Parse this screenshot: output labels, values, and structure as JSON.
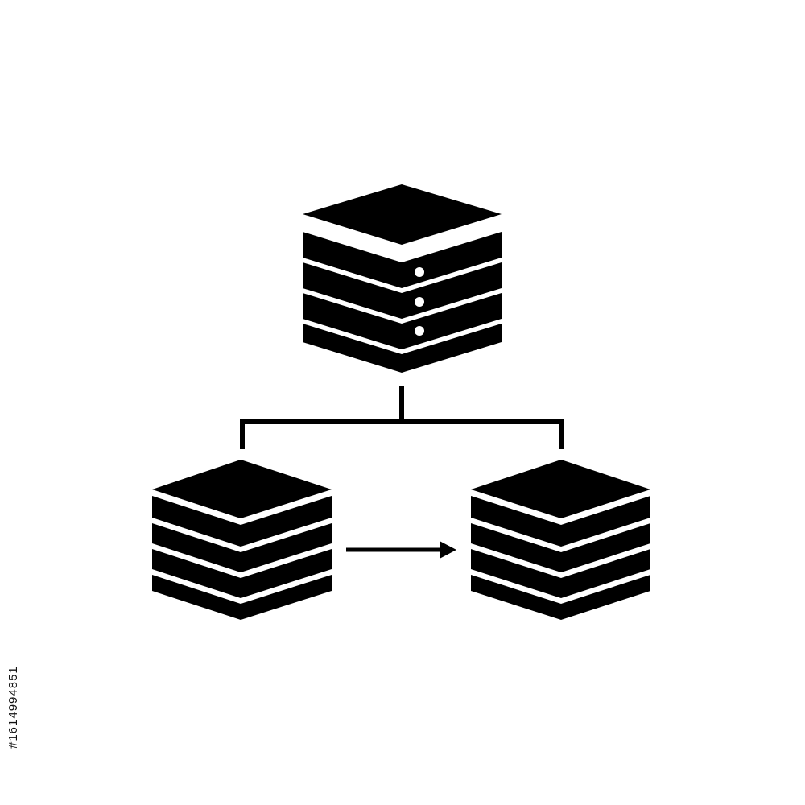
{
  "diagram": {
    "colors": {
      "background": "#ffffff",
      "ink": "#000000",
      "separator": "#ffffff"
    },
    "nodes": [
      {
        "id": "top-server",
        "icon": "server-stack-icon",
        "layers": 4,
        "indicator_dots": 3
      },
      {
        "id": "left-database",
        "icon": "database-stack-icon",
        "layers": 4,
        "indicator_dots": 0
      },
      {
        "id": "right-database",
        "icon": "database-stack-icon",
        "layers": 4,
        "indicator_dots": 0
      }
    ],
    "connections": [
      {
        "from": "top-server",
        "to": [
          "left-database",
          "right-database"
        ],
        "style": "tree-line"
      },
      {
        "from": "left-database",
        "to": "right-database",
        "style": "arrow"
      }
    ]
  },
  "watermark": {
    "id_text": "#1614994851"
  }
}
